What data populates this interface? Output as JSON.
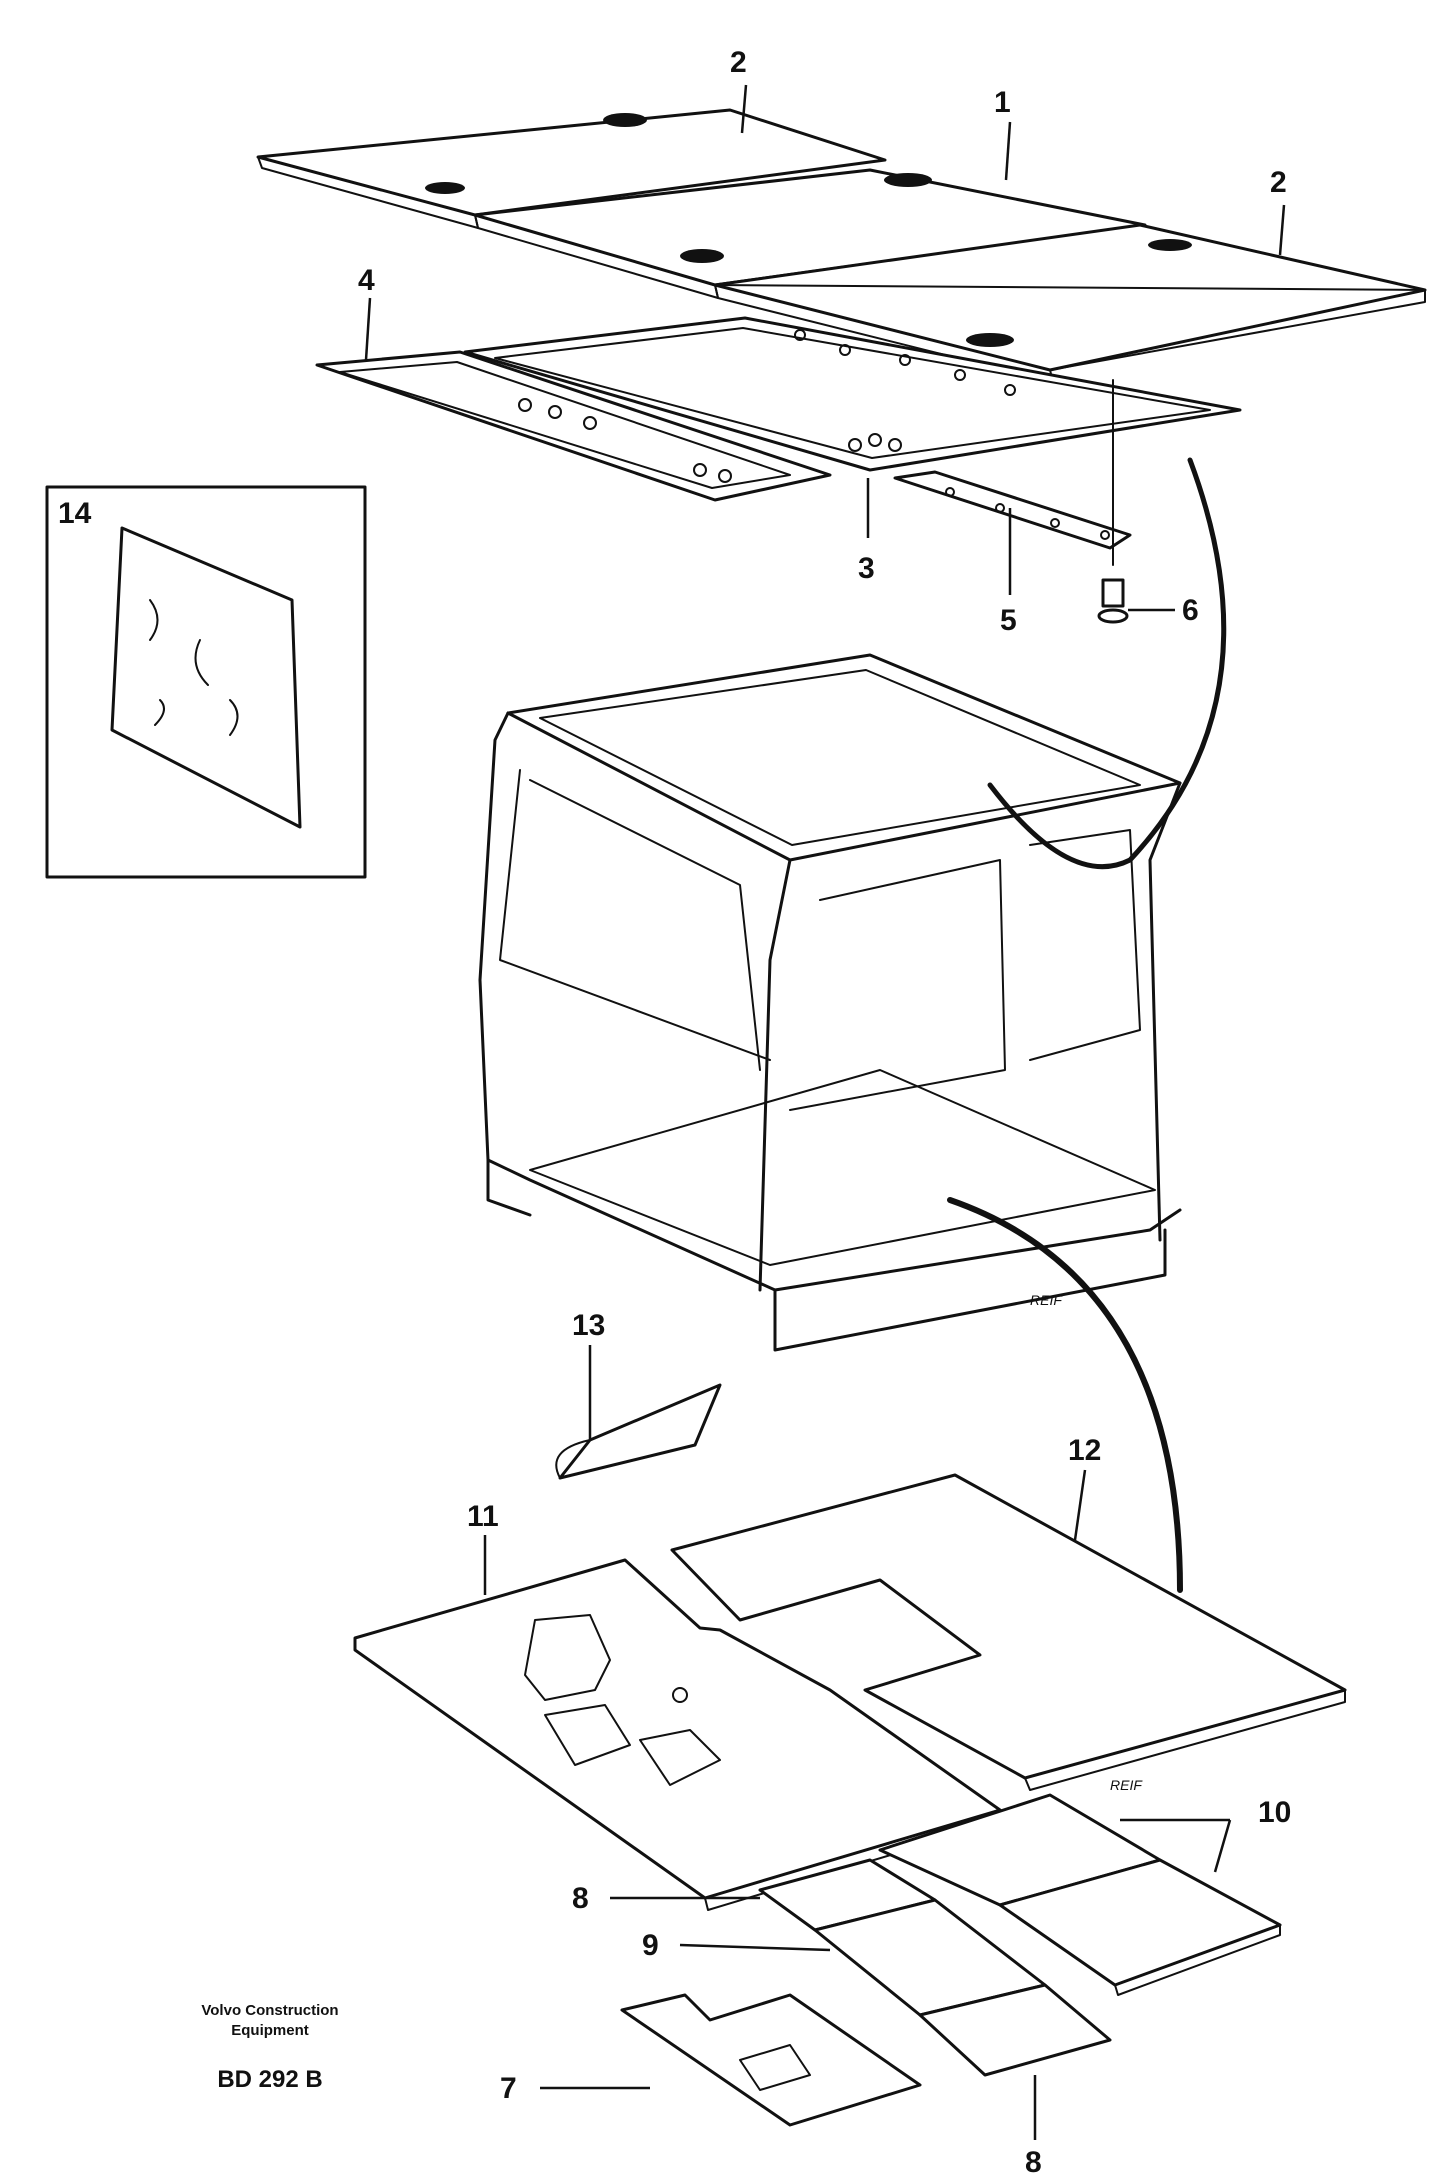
{
  "callouts": [
    {
      "id": "c2a",
      "label": "2"
    },
    {
      "id": "c1",
      "label": "1"
    },
    {
      "id": "c2b",
      "label": "2"
    },
    {
      "id": "c4",
      "label": "4"
    },
    {
      "id": "c14",
      "label": "14"
    },
    {
      "id": "c3",
      "label": "3"
    },
    {
      "id": "c5",
      "label": "5"
    },
    {
      "id": "c6",
      "label": "6"
    },
    {
      "id": "c13",
      "label": "13"
    },
    {
      "id": "c12",
      "label": "12"
    },
    {
      "id": "c11",
      "label": "11"
    },
    {
      "id": "c10",
      "label": "10"
    },
    {
      "id": "c8a",
      "label": "8"
    },
    {
      "id": "c9",
      "label": "9"
    },
    {
      "id": "c7",
      "label": "7"
    },
    {
      "id": "c8b",
      "label": "8"
    }
  ],
  "caption": {
    "company_line1": "Volvo Construction",
    "company_line2": "Equipment",
    "code": "BD 292 B"
  },
  "signatures": [
    "REIF",
    "REIF"
  ]
}
